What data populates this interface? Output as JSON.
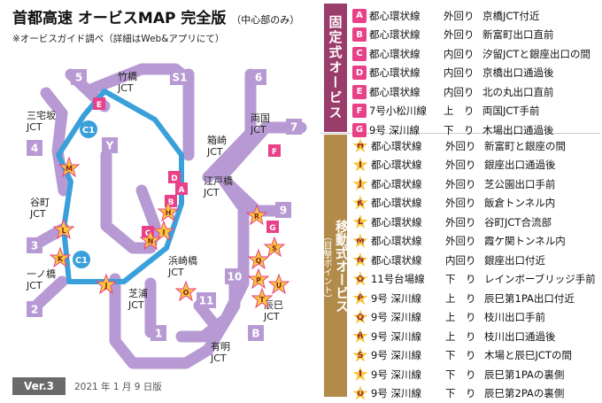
{
  "header": {
    "title": "首都高速 オービスMAP 完全版",
    "title_sub": "（中心部のみ）",
    "note": "※オービスガイド調べ（詳細はWeb&アプリにて）"
  },
  "footer": {
    "version": "Ver.3",
    "date": "2021 年 1 月 9 日版"
  },
  "colors": {
    "inner_loop": "#3aa0da",
    "outer_routes": "#b79ad3",
    "fixed_marker": "#e8418a",
    "mobile_marker": "#f6c83b",
    "fixed_band": "#9a3d6b",
    "mobile_band": "#b28b4a"
  },
  "map": {
    "route_numbers": [
      "5",
      "S1",
      "6",
      "7",
      "9",
      "10",
      "11",
      "1",
      "B",
      "2",
      "3",
      "4",
      "Y",
      "C1",
      "C1"
    ],
    "junctions": [
      "竹橋 JCT",
      "三宅坂 JCT",
      "両国 JCT",
      "箱崎 JCT",
      "江戸橋 JCT",
      "谷町 JCT",
      "一ノ橋 JCT",
      "浜崎橋 JCT",
      "芝浦 JCT",
      "辰巳 JCT",
      "有明 JCT"
    ]
  },
  "legend": {
    "fixed_label": "固定式オービス",
    "mobile_label": "移動式オービス",
    "mobile_note": "（目撃ポイント）",
    "fixed": [
      {
        "id": "A",
        "route": "都心環状線",
        "dir": "外回り",
        "loc": "京橋JCT付近"
      },
      {
        "id": "B",
        "route": "都心環状線",
        "dir": "外回り",
        "loc": "新富町出口直前"
      },
      {
        "id": "C",
        "route": "都心環状線",
        "dir": "内回り",
        "loc": "汐留JCTと銀座出口の間"
      },
      {
        "id": "D",
        "route": "都心環状線",
        "dir": "内回り",
        "loc": "京橋出口通過後"
      },
      {
        "id": "E",
        "route": "都心環状線",
        "dir": "内回り",
        "loc": "北の丸出口直前"
      },
      {
        "id": "F",
        "route": "7号小松川線",
        "dir": "上　り",
        "loc": "両国JCT手前"
      },
      {
        "id": "G",
        "route": "9号 深川線",
        "dir": "下　り",
        "loc": "木場出口通過後"
      }
    ],
    "mobile": [
      {
        "id": "H",
        "route": "都心環状線",
        "dir": "外回り",
        "loc": "新富町と銀座の間"
      },
      {
        "id": "I",
        "route": "都心環状線",
        "dir": "外回り",
        "loc": "銀座出口通過後"
      },
      {
        "id": "J",
        "route": "都心環状線",
        "dir": "外回り",
        "loc": "芝公園出口手前"
      },
      {
        "id": "K",
        "route": "都心環状線",
        "dir": "外回り",
        "loc": "飯倉トンネル内"
      },
      {
        "id": "L",
        "route": "都心環状線",
        "dir": "外回り",
        "loc": "谷町JCT合流部"
      },
      {
        "id": "M",
        "route": "都心環状線",
        "dir": "外回り",
        "loc": "霞ケ関トンネル内"
      },
      {
        "id": "N",
        "route": "都心環状線",
        "dir": "内回り",
        "loc": "銀座出口付近"
      },
      {
        "id": "O",
        "route": "11号台場線",
        "dir": "下　り",
        "loc": "レインボーブリッジ手前"
      },
      {
        "id": "P",
        "route": "9号 深川線",
        "dir": "上　り",
        "loc": "辰巳第1PA出口付近"
      },
      {
        "id": "Q",
        "route": "9号 深川線",
        "dir": "上　り",
        "loc": "枝川出口手前"
      },
      {
        "id": "R",
        "route": "9号 深川線",
        "dir": "上　り",
        "loc": "枝川出口通過後"
      },
      {
        "id": "S",
        "route": "9号 深川線",
        "dir": "下　り",
        "loc": "木場と辰巳JCTの間"
      },
      {
        "id": "T",
        "route": "9号 深川線",
        "dir": "下　り",
        "loc": "辰巳第1PAの裏側"
      },
      {
        "id": "U",
        "route": "9号 深川線",
        "dir": "下　り",
        "loc": "辰巳第2PAの裏側"
      }
    ]
  }
}
